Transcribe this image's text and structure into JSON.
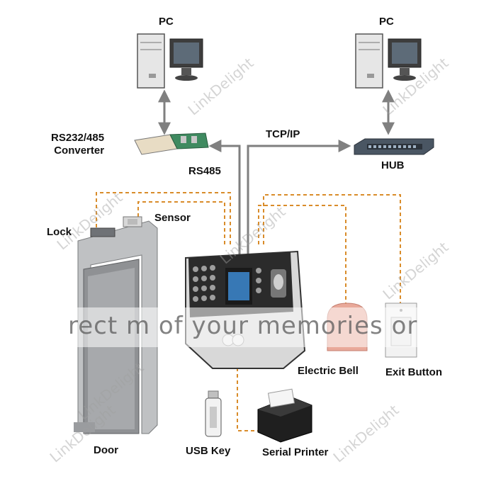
{
  "labels": {
    "pc_left": "PC",
    "pc_right": "PC",
    "converter": "RS232/485\nConverter",
    "tcpip": "TCP/IP",
    "hub": "HUB",
    "rs485": "RS485",
    "sensor": "Sensor",
    "lock": "Lock",
    "electric_bell": "Electric Bell",
    "exit_button": "Exit Button",
    "door": "Door",
    "usb_key": "USB Key",
    "serial_printer": "Serial Printer"
  },
  "watermark": {
    "brand": "LinkDelight",
    "banner": "rect m   of your memories   or"
  },
  "colors": {
    "wire_dashed": "#d98c2a",
    "arrow": "#7f7f7f",
    "device_body": "#2b2b2b",
    "bell": "#e9a99a"
  }
}
